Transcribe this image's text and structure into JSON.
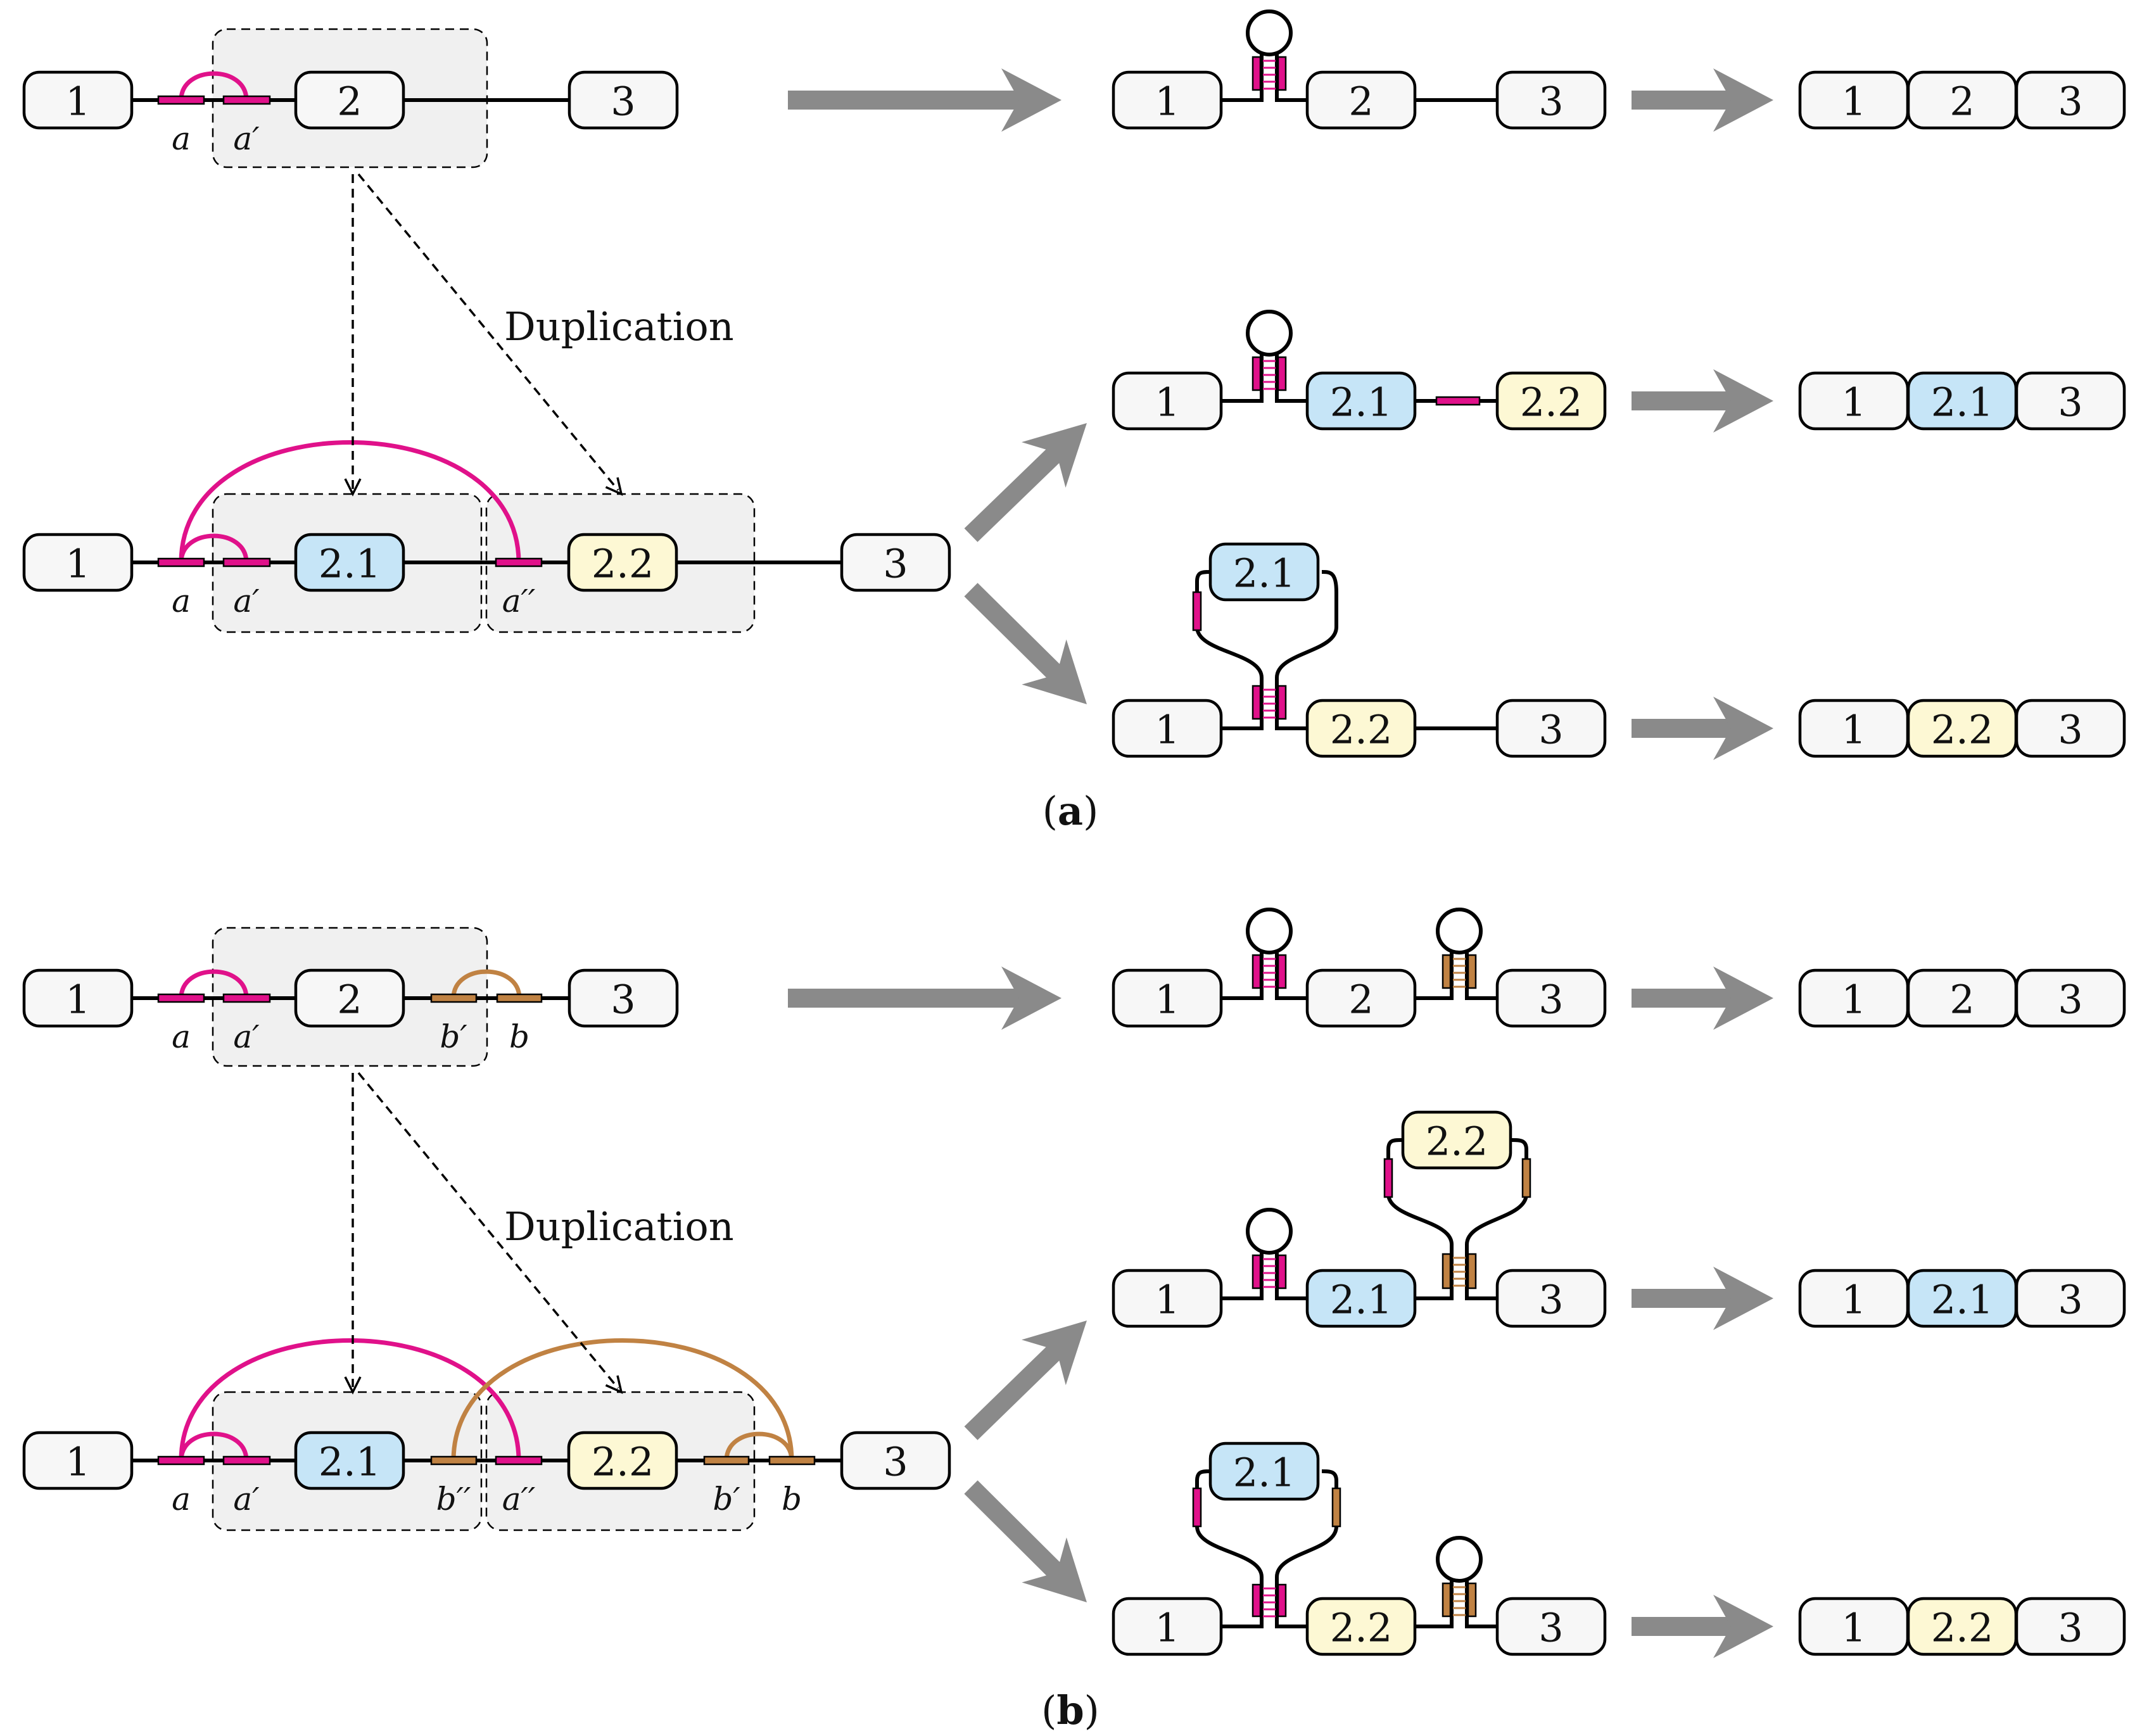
{
  "duplication_label": "Duplication",
  "panel_a": {
    "caption_open": "(",
    "caption_letter": "a",
    "caption_close": ")"
  },
  "panel_b": {
    "caption_open": "(",
    "caption_letter": "b",
    "caption_close": ")"
  },
  "segments": {
    "s1": "1",
    "s2": "2",
    "s3": "3",
    "s21": "2.1",
    "s22": "2.2"
  },
  "sites": {
    "a": "a",
    "a1": "a′",
    "a2": "a′′",
    "b": "b",
    "b1": "b′",
    "b2": "b′′"
  },
  "colors": {
    "magenta": "#e0118a",
    "brown": "#c08243",
    "arrow_gray": "#8a8a8a",
    "blue_fill": "#c6e5f7",
    "yellow_fill": "#fdf8d4",
    "box_fill": "#f7f7f7",
    "shade_fill": "#f0f0f0"
  }
}
